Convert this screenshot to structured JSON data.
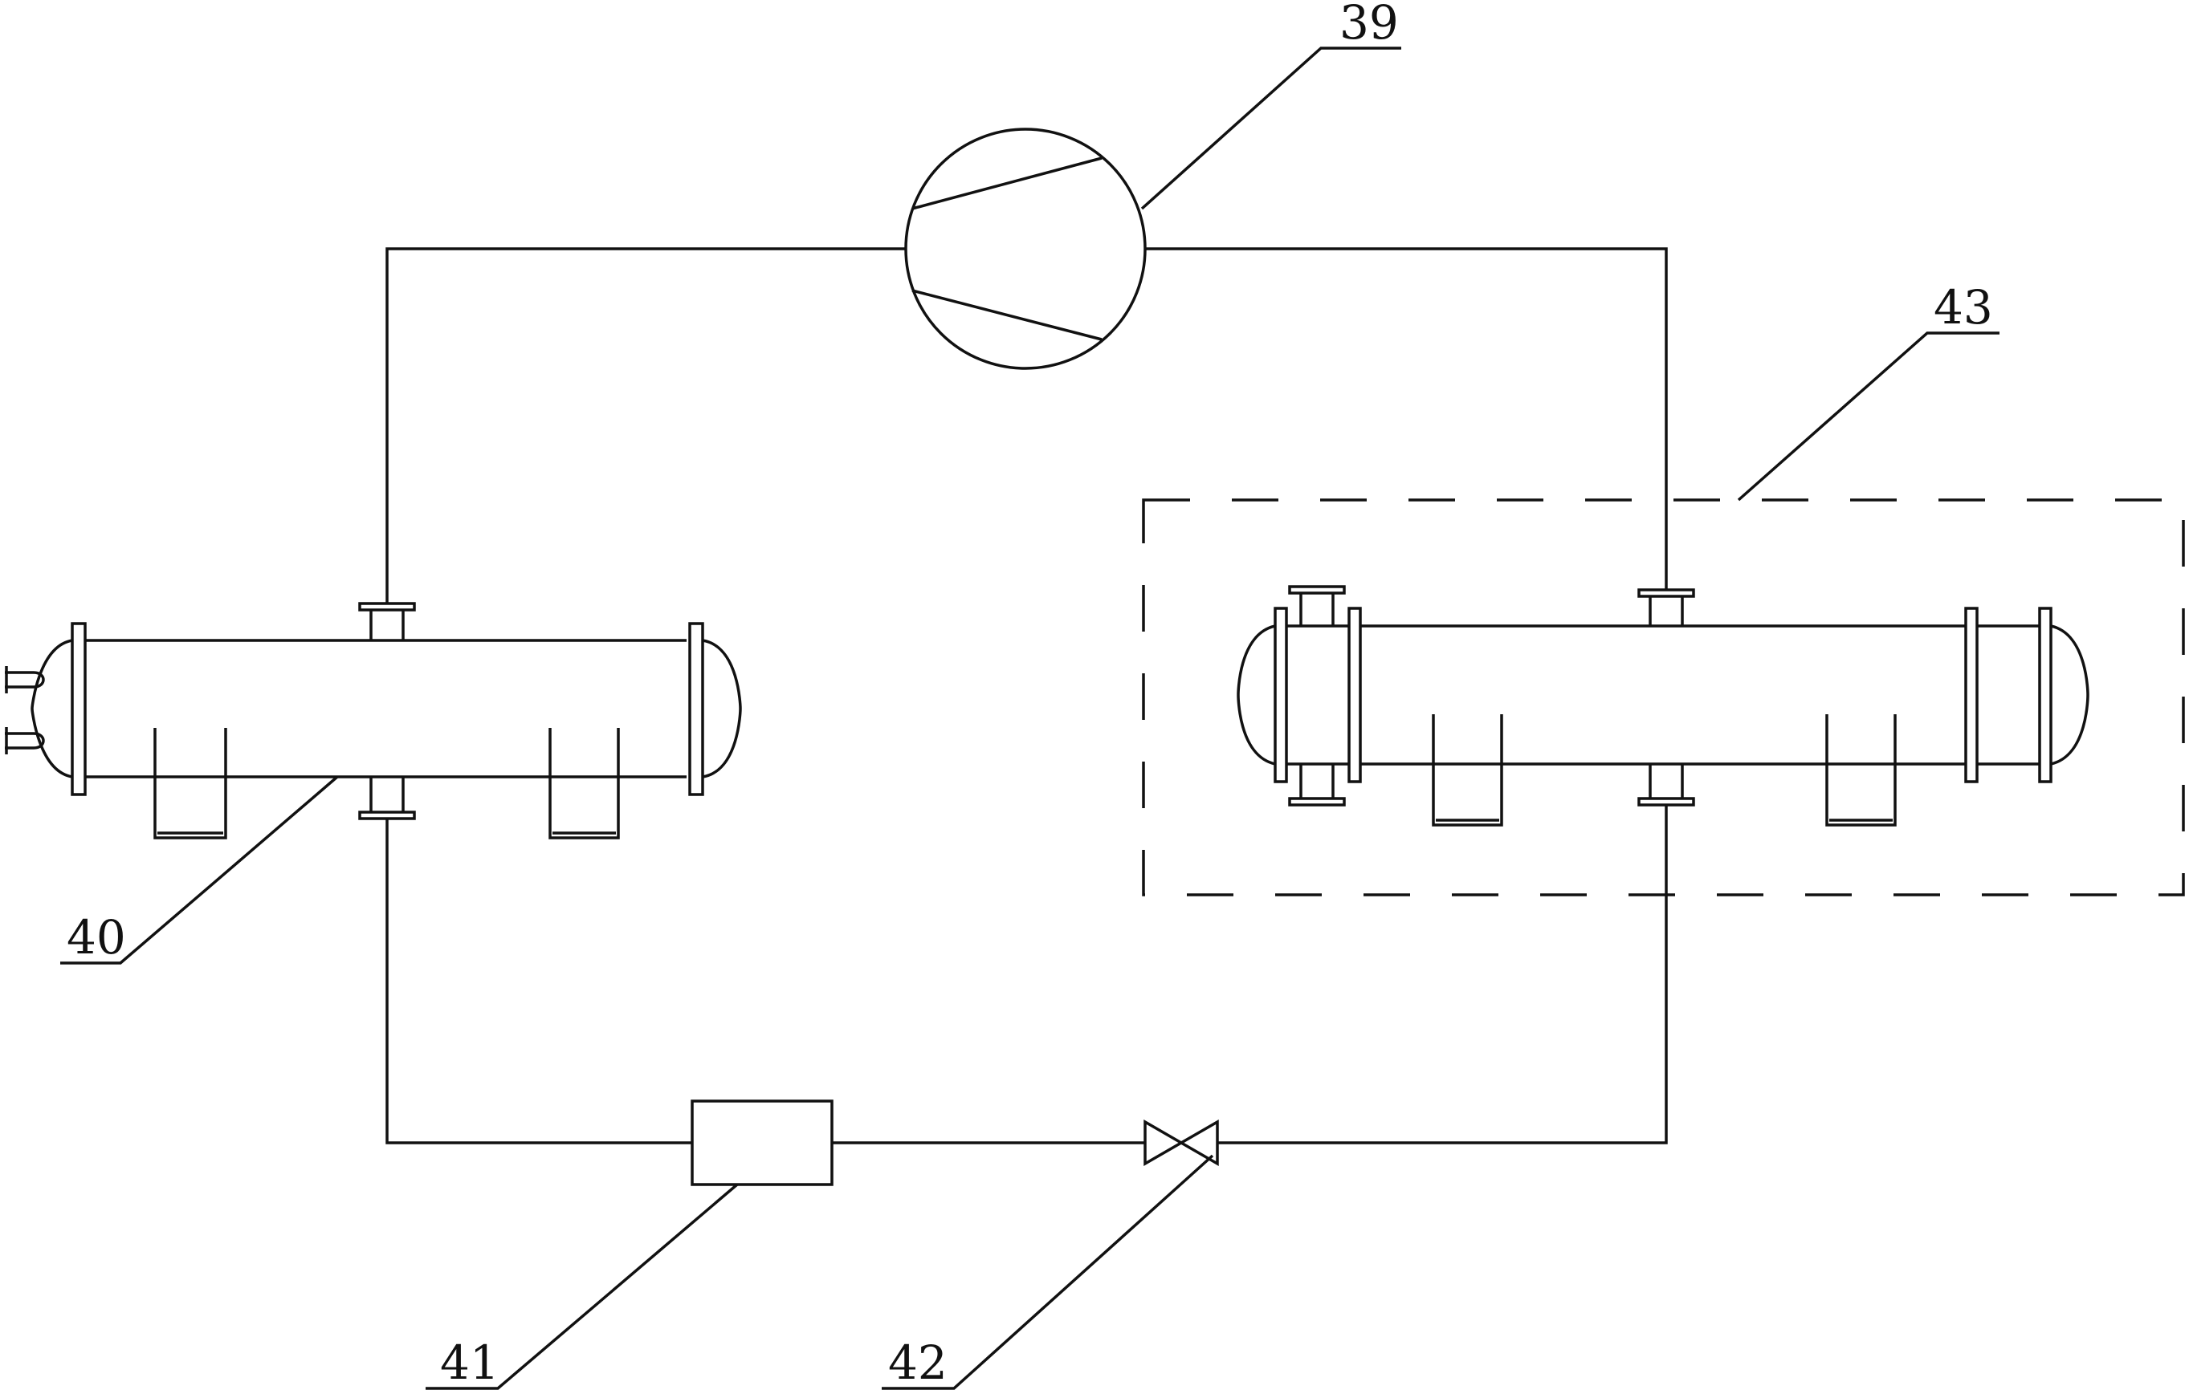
{
  "labels": {
    "compressor": "39",
    "condenser": "40",
    "filter_drier": "41",
    "expansion_valve": "42",
    "evaporator_region": "43"
  },
  "colors": {
    "line": "#111111",
    "background": "#ffffff"
  }
}
